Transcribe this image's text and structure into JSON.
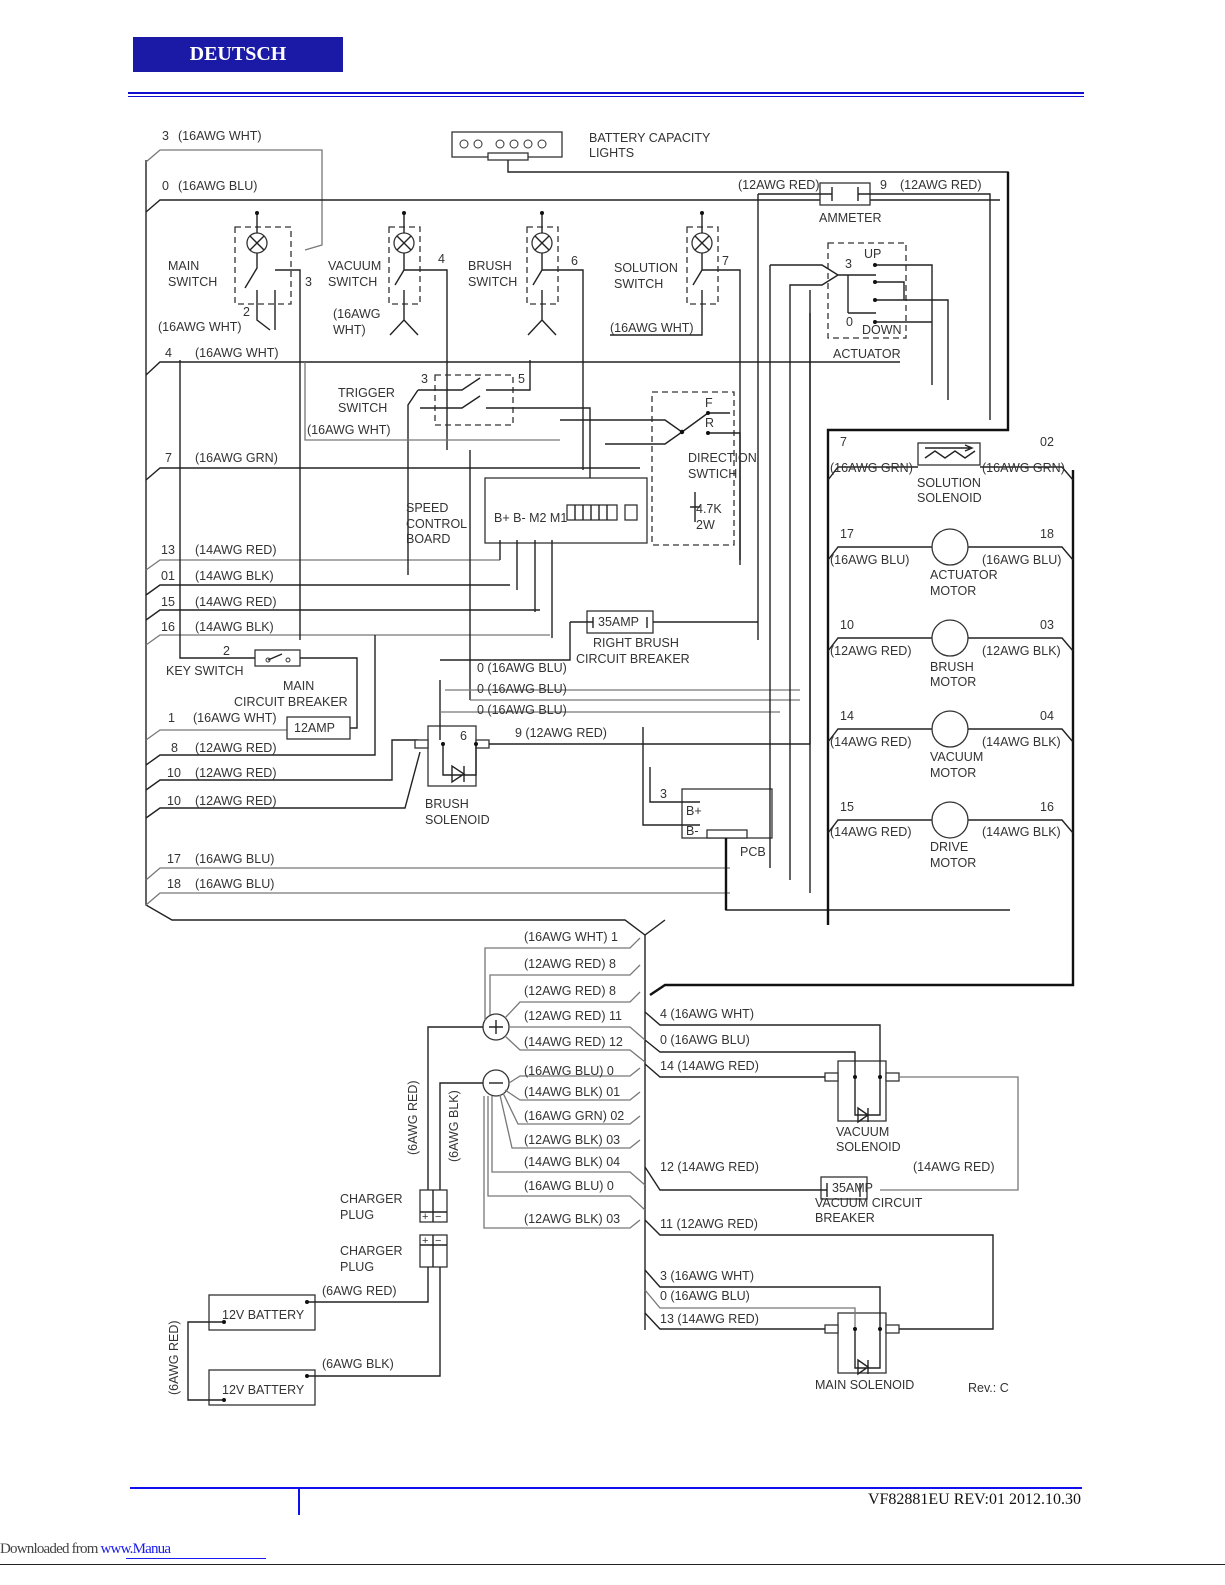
{
  "header": {
    "language_badge": "DEUTSCH"
  },
  "footer": {
    "doc_id": "VF82881EU REV:01 2012.10.30",
    "download_prefix": "Downloaded from ",
    "download_link": "www.Manua"
  },
  "diagram": {
    "revision": "Rev.: C",
    "components": {
      "battery_capacity_lights": "BATTERY CAPACITY\nLIGHTS",
      "battery_capacity_lights_l1": "BATTERY CAPACITY",
      "battery_capacity_lights_l2": "LIGHTS",
      "ammeter": "AMMETER",
      "actuator": "ACTUATOR",
      "actuator_up": "UP",
      "actuator_down": "DOWN",
      "actuator_pin3": "3",
      "actuator_pin0": "0",
      "main_switch_l1": "MAIN",
      "main_switch_l2": "SWITCH",
      "vacuum_switch_l1": "VACUUM",
      "vacuum_switch_l2": "SWITCH",
      "brush_switch_l1": "BRUSH",
      "brush_switch_l2": "SWITCH",
      "solution_switch_l1": "SOLUTION",
      "solution_switch_l2": "SWITCH",
      "trigger_switch_l1": "TRIGGER",
      "trigger_switch_l2": "SWITCH",
      "direction_switch_l1": "DIRECTION",
      "direction_switch_l2": "SWTICH",
      "direction_f": "F",
      "direction_r": "R",
      "resistor_l1": "4.7K",
      "resistor_l2": "2W",
      "speed_control_l1": "SPEED",
      "speed_control_l2": "CONTROL",
      "speed_control_l3": "BOARD",
      "speed_control_terminals": "B+ B- M2 M1",
      "key_switch": "KEY SWITCH",
      "main_cb_l1": "MAIN",
      "main_cb_l2": "CIRCUIT BREAKER",
      "main_cb_rating": "12AMP",
      "right_brush_cb_rating": "35AMP",
      "right_brush_cb_l1": "RIGHT BRUSH",
      "right_brush_cb_l2": "CIRCUIT BREAKER",
      "brush_solenoid_l1": "BRUSH",
      "brush_solenoid_l2": "SOLENOID",
      "brush_solenoid_pin": "6",
      "pcb": "PCB",
      "pcb_bplus": "B+",
      "pcb_bminus": "B-",
      "pcb_pin": "3",
      "solution_solenoid_l1": "SOLUTION",
      "solution_solenoid_l2": "SOLENOID",
      "actuator_motor_l1": "ACTUATOR",
      "actuator_motor_l2": "MOTOR",
      "brush_motor_l1": "BRUSH",
      "brush_motor_l2": "MOTOR",
      "vacuum_motor_l1": "VACUUM",
      "vacuum_motor_l2": "MOTOR",
      "drive_motor_l1": "DRIVE",
      "drive_motor_l2": "MOTOR",
      "vacuum_solenoid_l1": "VACUUM",
      "vacuum_solenoid_l2": "SOLENOID",
      "vacuum_cb_rating": "35AMP",
      "vacuum_cb_l1": "VACUUM CIRCUIT",
      "vacuum_cb_l2": "BREAKER",
      "main_solenoid": "MAIN SOLENOID",
      "charger_plug_l1": "CHARGER",
      "charger_plug_l2": "PLUG",
      "battery": "12V BATTERY"
    },
    "left_harness": [
      {
        "num": "3",
        "wire": "(16AWG WHT)"
      },
      {
        "num": "0",
        "wire": "(16AWG BLU)"
      },
      {
        "num": "4",
        "wire": "(16AWG WHT)"
      },
      {
        "num": "7",
        "wire": "(16AWG GRN)"
      },
      {
        "num": "13",
        "wire": "(14AWG RED)"
      },
      {
        "num": "01",
        "wire": "(14AWG BLK)"
      },
      {
        "num": "15",
        "wire": "(14AWG RED)"
      },
      {
        "num": "16",
        "wire": "(14AWG BLK)"
      },
      {
        "num": "1",
        "wire": "(16AWG WHT)"
      },
      {
        "num": "8",
        "wire": "(12AWG RED)"
      },
      {
        "num": "10",
        "wire": "(12AWG RED)"
      },
      {
        "num": "10",
        "wire": "(12AWG RED)"
      },
      {
        "num": "17",
        "wire": "(16AWG BLU)"
      },
      {
        "num": "18",
        "wire": "(16AWG BLU)"
      }
    ],
    "misc_labels": {
      "main_sw_wire": "(16AWG WHT)",
      "main_sw_pin2": "2",
      "main_sw_pin3": "3",
      "vacuum_sw_pin": "4",
      "vacuum_sw_wire_l1": "(16AWG",
      "vacuum_sw_wire_l2": "WHT)",
      "brush_sw_pin": "6",
      "solution_sw_pin": "7",
      "solution_sw_wire": "(16AWG WHT)",
      "trigger_pin3": "3",
      "trigger_pin5": "5",
      "trigger_wire": "(16AWG WHT)",
      "ammeter_left_wire": "(12AWG RED)",
      "ammeter_pin": "9",
      "ammeter_right_wire": "(12AWG RED)",
      "key_switch_pin": "2",
      "blu_0_a": "0  (16AWG BLU)",
      "blu_0_b": "0  (16AWG BLU)",
      "blu_0_c": "0  (16AWG BLU)",
      "red_9": "9  (12AWG RED)"
    },
    "right_loads": [
      {
        "left_num": "7",
        "left_wire": "(16AWG GRN)",
        "right_num": "02",
        "right_wire": "(16AWG GRN)"
      },
      {
        "left_num": "17",
        "left_wire": "(16AWG BLU)",
        "right_num": "18",
        "right_wire": "(16AWG BLU)"
      },
      {
        "left_num": "10",
        "left_wire": "(12AWG RED)",
        "right_num": "03",
        "right_wire": "(12AWG BLK)"
      },
      {
        "left_num": "14",
        "left_wire": "(14AWG RED)",
        "right_num": "04",
        "right_wire": "(14AWG BLK)"
      },
      {
        "left_num": "15",
        "left_wire": "(14AWG RED)",
        "right_num": "16",
        "right_wire": "(14AWG BLK)"
      }
    ],
    "bus_labels": [
      "(16AWG WHT)  1",
      "(12AWG RED)  8",
      "(12AWG RED)  8",
      "(12AWG RED)  11",
      "(14AWG RED) 12",
      "(16AWG BLU)  0",
      "(14AWG BLK) 01",
      "(16AWG GRN) 02",
      "(12AWG BLK)  03",
      "(14AWG BLK)  04",
      "(16AWG BLU)  0",
      "(12AWG BLK)  03"
    ],
    "lower_right_labels": [
      "4 (16AWG WHT)",
      "0 (16AWG BLU)",
      "14 (14AWG RED)",
      "12 (14AWG RED)",
      "(14AWG RED)",
      "11 (12AWG RED)",
      "3 (16AWG WHT)",
      "0 (16AWG BLU)",
      "13 (14AWG RED)"
    ],
    "battery_wires": {
      "red_vert": "(6AWG RED)",
      "blk_vert": "(6AWG BLK)",
      "red_top": "(6AWG RED)",
      "blk_bottom": "(6AWG BLK)",
      "red_series": "(6AWG RED)"
    }
  }
}
